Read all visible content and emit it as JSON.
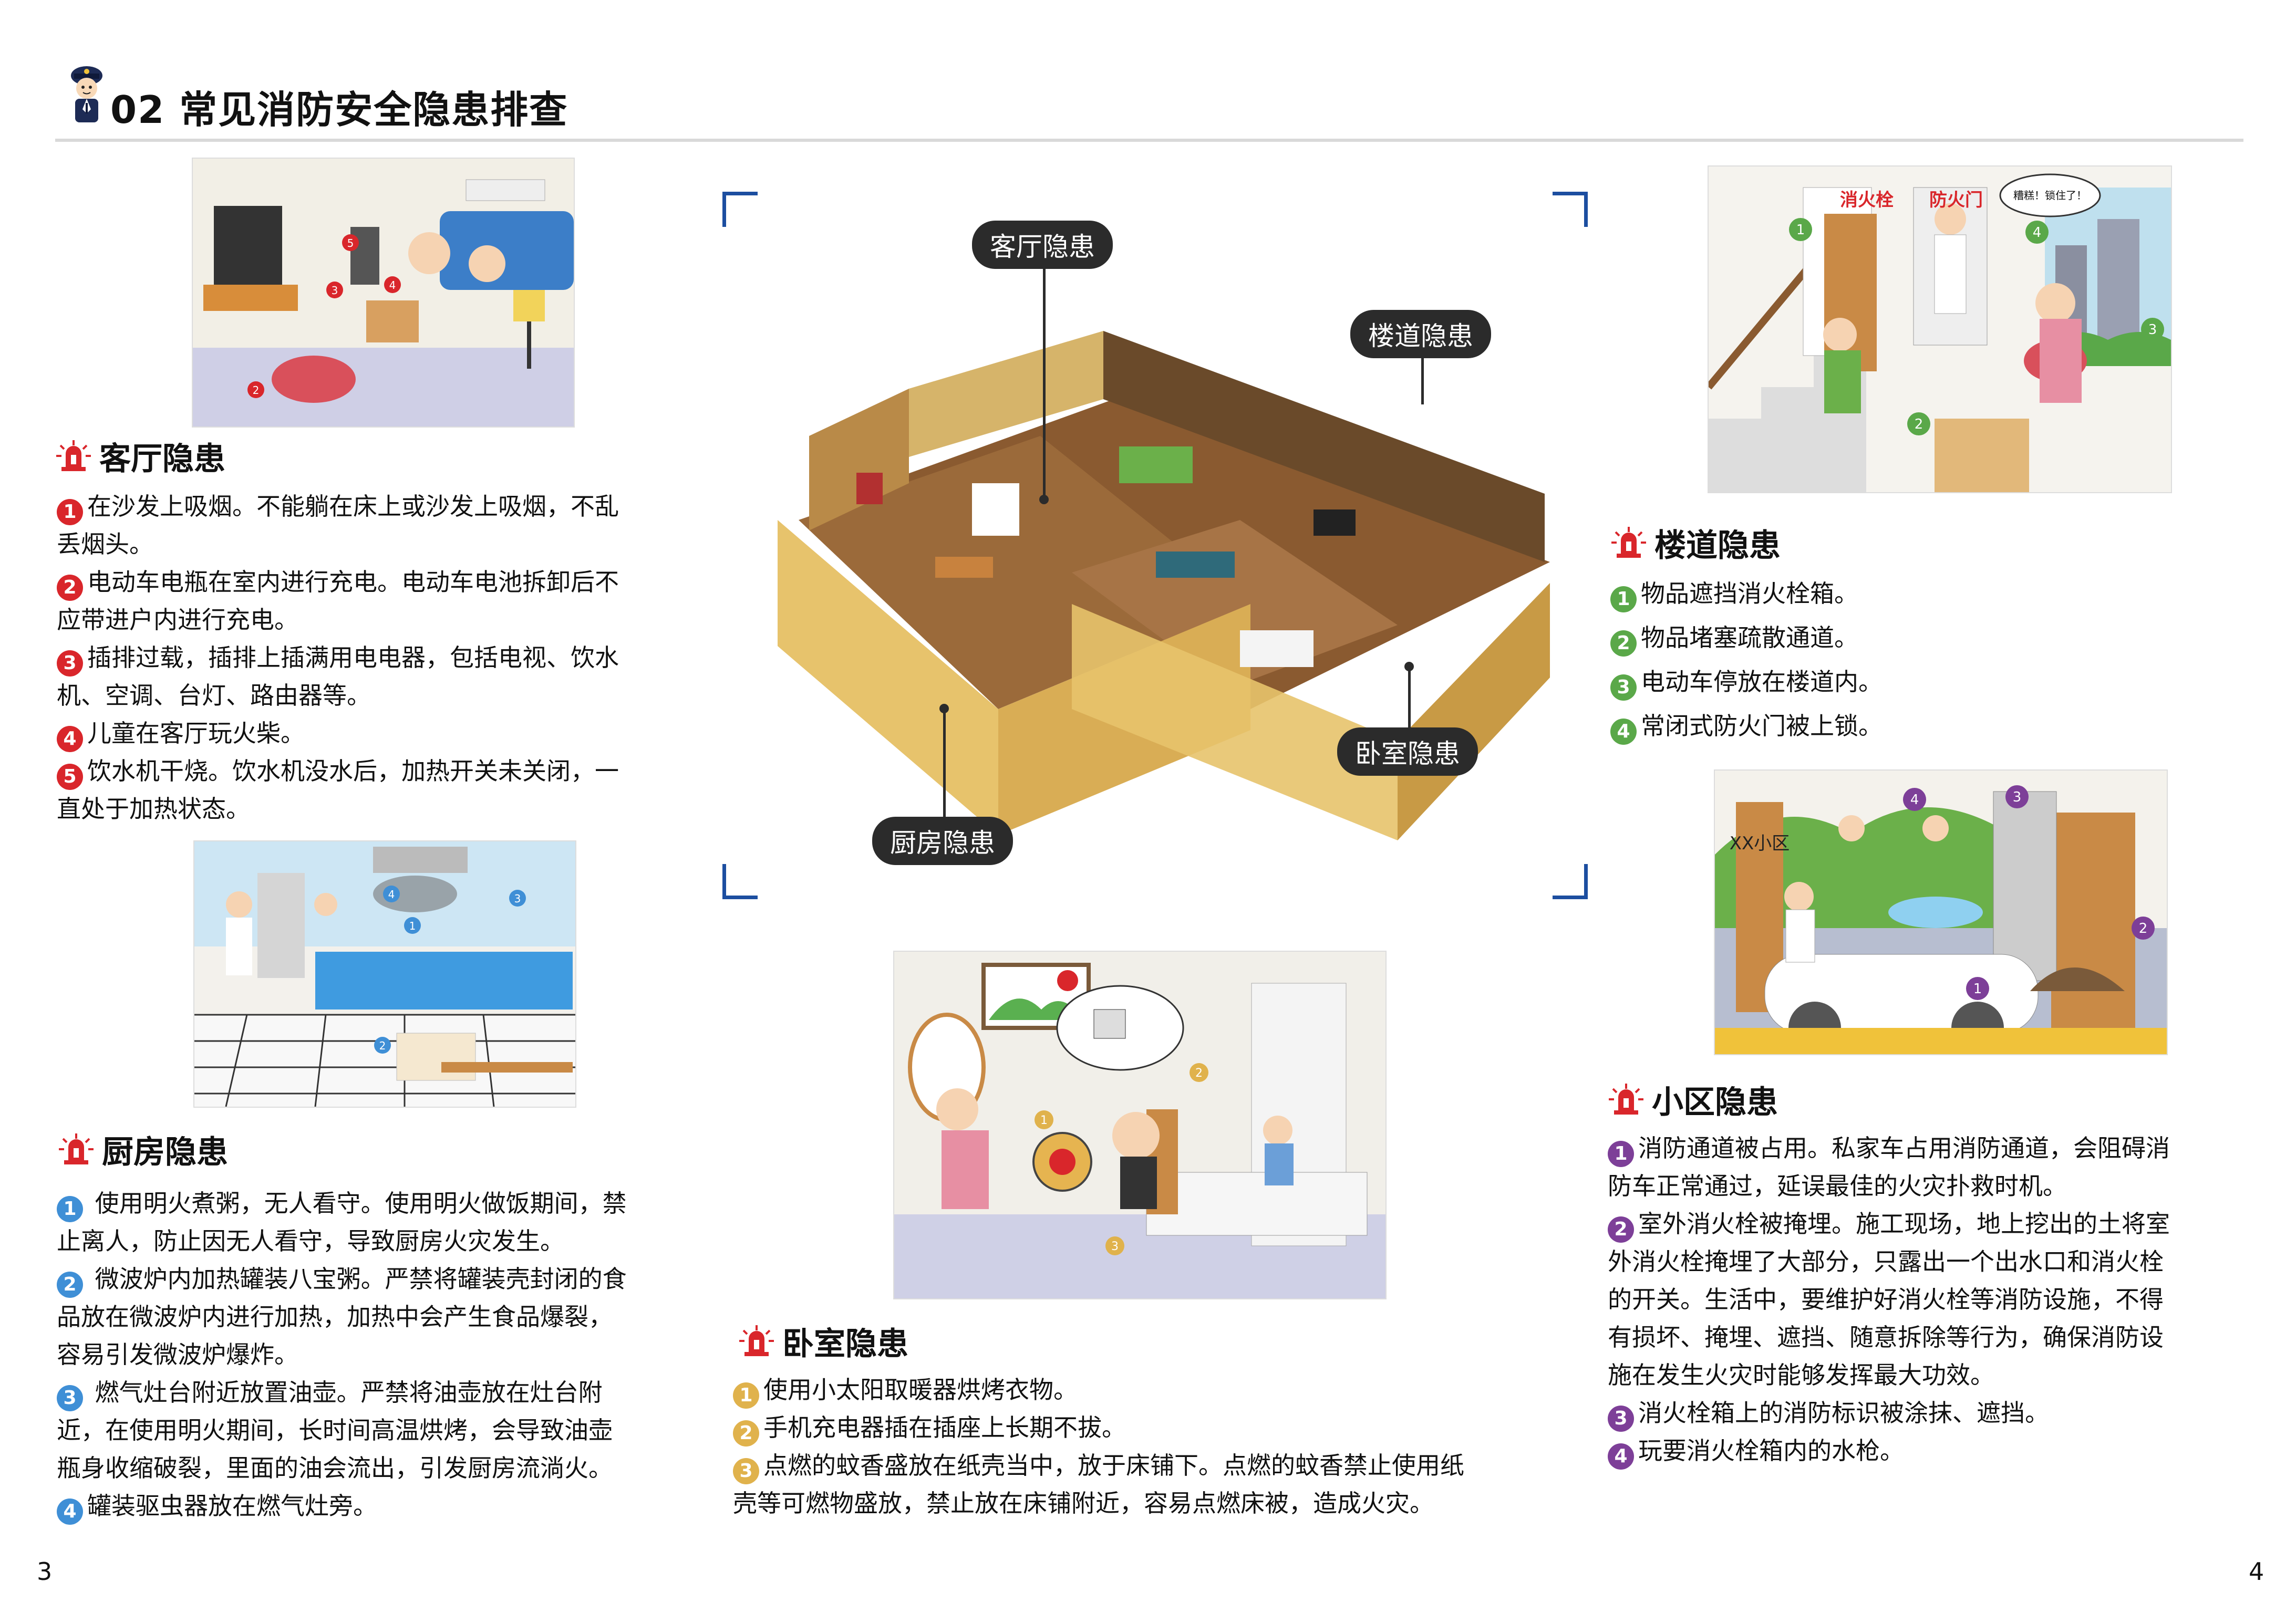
{
  "header": {
    "title": "02 常见消防安全隐患排查"
  },
  "living_room": {
    "heading": "客厅隐患",
    "items": [
      {
        "n": "1",
        "text": "在沙发上吸烟。不能躺在床上或沙发上吸烟，不乱"
      },
      {
        "n": "",
        "text": "丢烟头。"
      },
      {
        "n": "2",
        "text": "电动车电瓶在室内进行充电。电动车电池拆卸后不"
      },
      {
        "n": "",
        "text": "应带进户内进行充电。"
      },
      {
        "n": "3",
        "text": "插排过载，插排上插满用电电器，包括电视、饮水"
      },
      {
        "n": "",
        "text": "机、空调、台灯、路由器等。"
      },
      {
        "n": "4",
        "text": "儿童在客厅玩火柴。"
      },
      {
        "n": "5",
        "text": "饮水机干烧。饮水机没水后，加热开关未关闭，一"
      },
      {
        "n": "",
        "text": "直处于加热状态。"
      }
    ]
  },
  "kitchen": {
    "heading": "厨房隐患",
    "items": [
      {
        "n": "1",
        "text": " 使用明火煮粥，无人看守。使用明火做饭期间，禁"
      },
      {
        "n": "",
        "text": "止离人，防止因无人看守，导致厨房火灾发生。"
      },
      {
        "n": "2",
        "text": " 微波炉内加热罐装八宝粥。严禁将罐装壳封闭的食"
      },
      {
        "n": "",
        "text": "品放在微波炉内进行加热，加热中会产生食品爆裂，"
      },
      {
        "n": "",
        "text": "容易引发微波炉爆炸。"
      },
      {
        "n": "3",
        "text": " 燃气灶台附近放置油壶。严禁将油壶放在灶台附"
      },
      {
        "n": "",
        "text": "近，在使用明火期间，长时间高温烘烤，会导致油壶"
      },
      {
        "n": "",
        "text": "瓶身收缩破裂，里面的油会流出，引发厨房流淌火。"
      },
      {
        "n": "4",
        "text": "罐装驱虫器放在燃气灶旁。"
      }
    ]
  },
  "bedroom": {
    "heading": "卧室隐患",
    "items": [
      {
        "n": "1",
        "text": "使用小太阳取暖器烘烤衣物。"
      },
      {
        "n": "2",
        "text": "手机充电器插在插座上长期不拔。"
      },
      {
        "n": "3",
        "text": "点燃的蚊香盛放在纸壳当中，放于床铺下。点燃的蚊香禁止使用纸"
      },
      {
        "n": "",
        "text": "壳等可燃物盛放，禁止放在床铺附近，容易点燃床被，造成火灾。"
      }
    ]
  },
  "stairwell": {
    "heading": "楼道隐患",
    "items": [
      {
        "n": "1",
        "text": "物品遮挡消火栓箱。"
      },
      {
        "n": "2",
        "text": "物品堵塞疏散通道。"
      },
      {
        "n": "3",
        "text": "电动车停放在楼道内。"
      },
      {
        "n": "4",
        "text": "常闭式防火门被上锁。"
      }
    ]
  },
  "community": {
    "heading": "小区隐患",
    "items": [
      {
        "n": "1",
        "text": "消防通道被占用。私家车占用消防通道，会阻碍消"
      },
      {
        "n": "",
        "text": "防车正常通过，延误最佳的火灾扑救时机。"
      },
      {
        "n": "2",
        "text": "室外消火栓被掩埋。施工现场，地上挖出的土将室"
      },
      {
        "n": "",
        "text": "外消火栓掩埋了大部分，只露出一个出水口和消火栓"
      },
      {
        "n": "",
        "text": "的开关。生活中，要维护好消火栓等消防设施，不得"
      },
      {
        "n": "",
        "text": "有损坏、掩埋、遮挡、随意拆除等行为，确保消防设"
      },
      {
        "n": "",
        "text": "施在发生火灾时能够发挥最大功效。"
      },
      {
        "n": "3",
        "text": "消火栓箱上的消防标识被涂抹、遮挡。"
      },
      {
        "n": "4",
        "text": "玩要消火栓箱内的水枪。"
      }
    ]
  },
  "callouts": {
    "living": "客厅隐患",
    "stair": "楼道隐患",
    "bedroom": "卧室隐患",
    "kitchen": "厨房隐患"
  },
  "illustration_text": {
    "stair_hydrant": "消火栓",
    "stair_firedoor": "防火门",
    "stair_speech": "糟糕！锁住了！",
    "community_gate": "XX小区"
  },
  "page_numbers": {
    "left": "3",
    "right": "4"
  },
  "colors": {
    "red": "#d9262b",
    "blue": "#3f8fd6",
    "gold": "#e0b24c",
    "green": "#5aa849",
    "purple": "#7d3f98",
    "callout_bg": "#2b2b2b",
    "corner_blue": "#1c4ea0"
  },
  "icons": [
    "police-mascot-icon",
    "fire-alarm-icon"
  ]
}
